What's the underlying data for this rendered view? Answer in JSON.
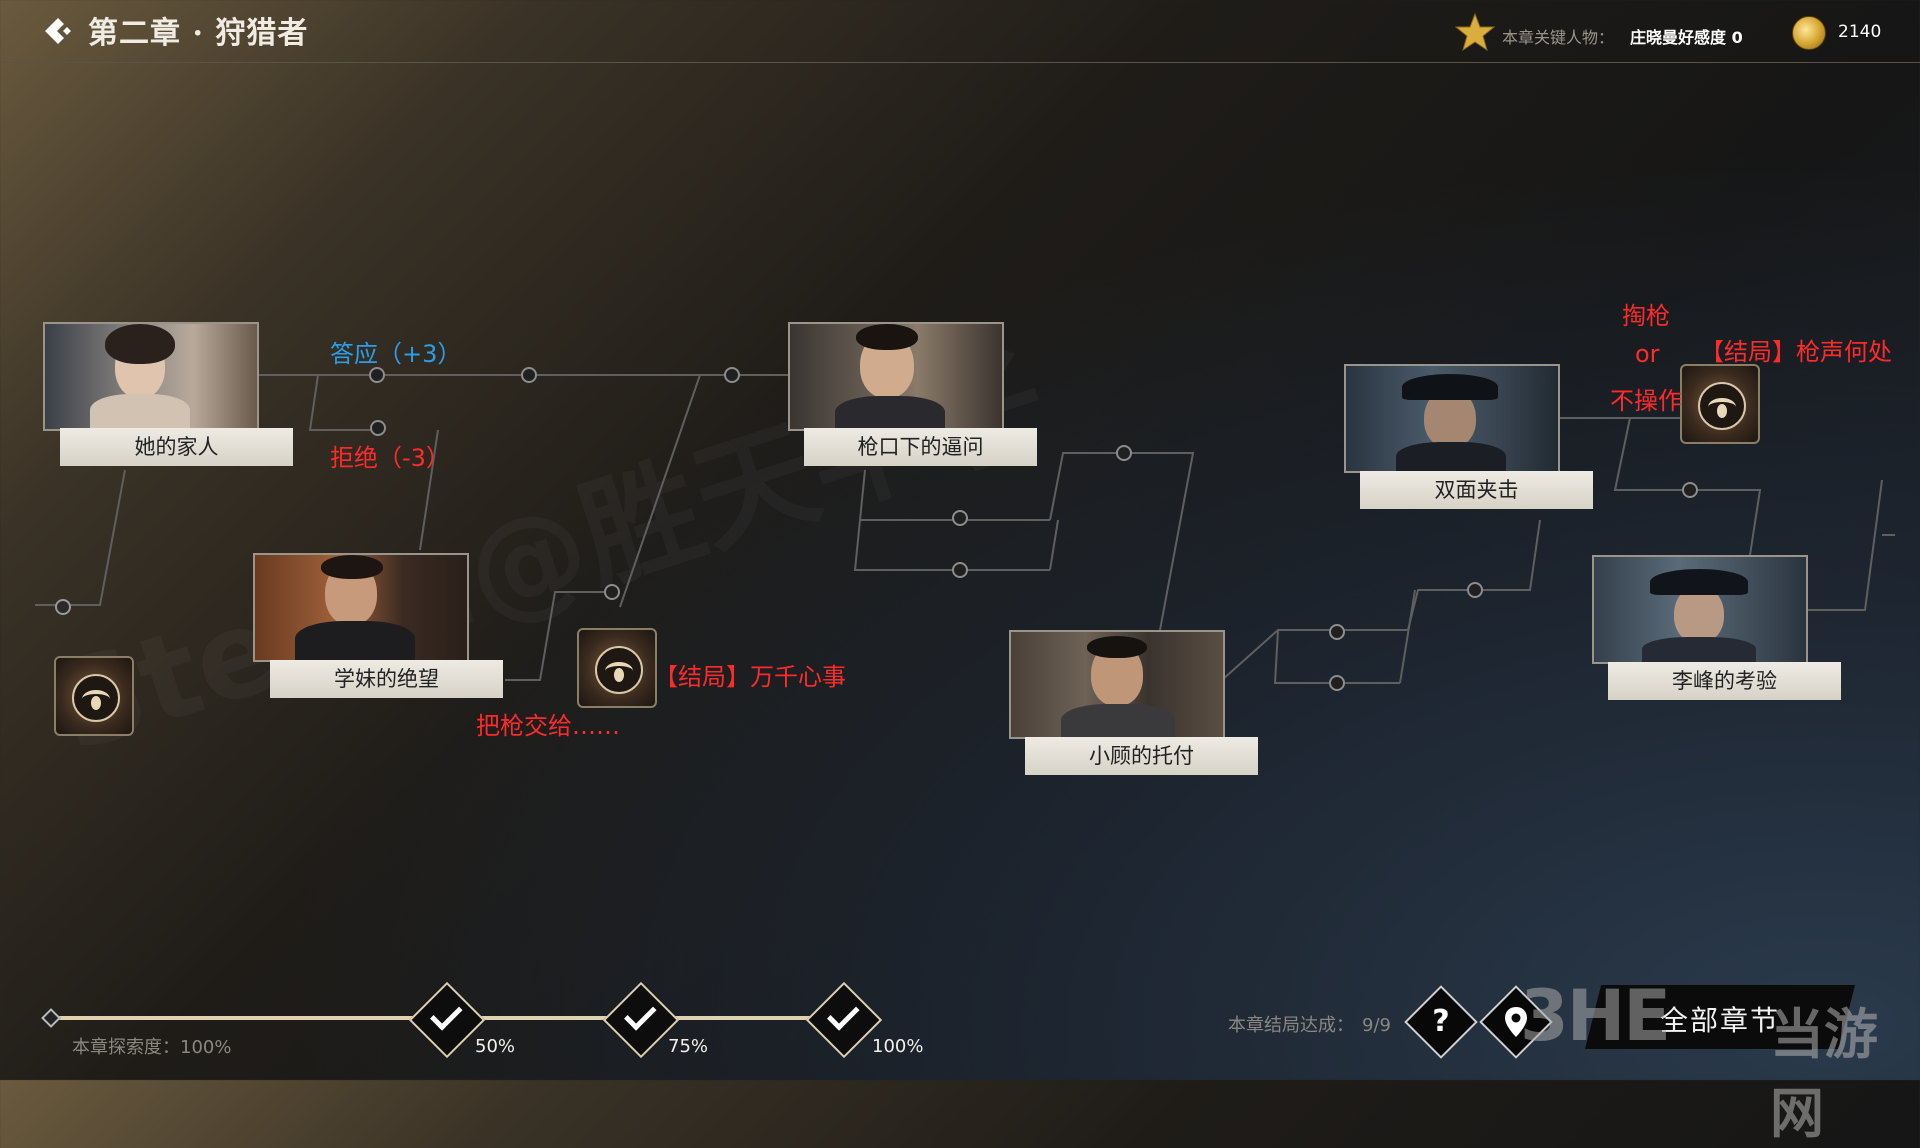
{
  "header": {
    "title": "第二章 · 狩猎者",
    "key_character_label": "本章关键人物：",
    "key_character_value": "庄晓曼好感度 0",
    "coins": "2140"
  },
  "nodes": [
    {
      "id": "n1",
      "label": "她的家人"
    },
    {
      "id": "n2",
      "label": "学妹的绝望"
    },
    {
      "id": "n3",
      "label": "枪口下的逼问"
    },
    {
      "id": "n4",
      "label": "小顾的托付"
    },
    {
      "id": "n5",
      "label": "双面夹击"
    },
    {
      "id": "n6",
      "label": "李峰的考验"
    }
  ],
  "annotations": {
    "agree": "答应（+3）",
    "refuse": "拒绝（-3）",
    "hand_gun": "把枪交给……",
    "ending1": "【结局】万千心事",
    "draw_gun": "掏枪",
    "or": "or",
    "no_op": "不操作",
    "ending2": "【结局】枪声何处"
  },
  "footer": {
    "exploration": "本章探索度：100%",
    "milestones": [
      "50%",
      "75%",
      "100%"
    ],
    "endings_label": "本章结局达成：",
    "endings_value": "9/9",
    "help_glyph": "?",
    "all_chapters": "全部章节",
    "watermark_logo": "3HE",
    "watermark_site": "当游网"
  },
  "background_watermark": "Steam@胜天半子"
}
